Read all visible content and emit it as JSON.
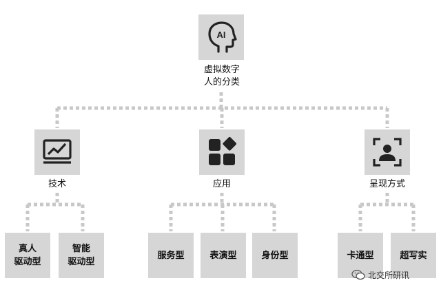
{
  "root": {
    "label": "虚拟数字\n人的分类",
    "icon": "ai-head-icon"
  },
  "categories": [
    {
      "label": "技术",
      "icon": "chart-monitor-icon",
      "leaves": [
        "真人\n驱动型",
        "智能\n驱动型"
      ]
    },
    {
      "label": "应用",
      "icon": "app-blocks-icon",
      "leaves": [
        "服务型",
        "表演型",
        "身份型"
      ]
    },
    {
      "label": "呈现方式",
      "icon": "face-scan-icon",
      "leaves": [
        "卡通型",
        "超写实"
      ]
    }
  ],
  "watermark": {
    "text": "北交所研讯",
    "icon": "wechat-icon"
  },
  "colors": {
    "box": "#d6d6d6",
    "connector": "#c8c8c8",
    "icon": "#222222"
  }
}
